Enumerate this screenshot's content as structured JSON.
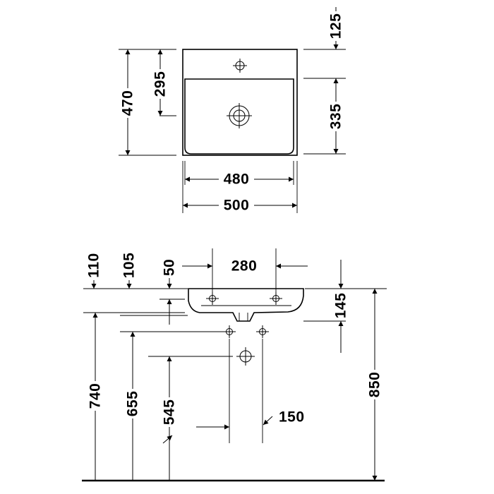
{
  "top_view": {
    "dims": {
      "d125": "125",
      "d295": "295",
      "d470": "470",
      "d335": "335",
      "d480": "480",
      "d500": "500"
    }
  },
  "side_view": {
    "dims": {
      "d110": "110",
      "d105": "105",
      "d50": "50",
      "d280": "280",
      "d145": "145",
      "d740": "740",
      "d655": "655",
      "d545": "545",
      "d150": "150",
      "d850": "850"
    }
  }
}
